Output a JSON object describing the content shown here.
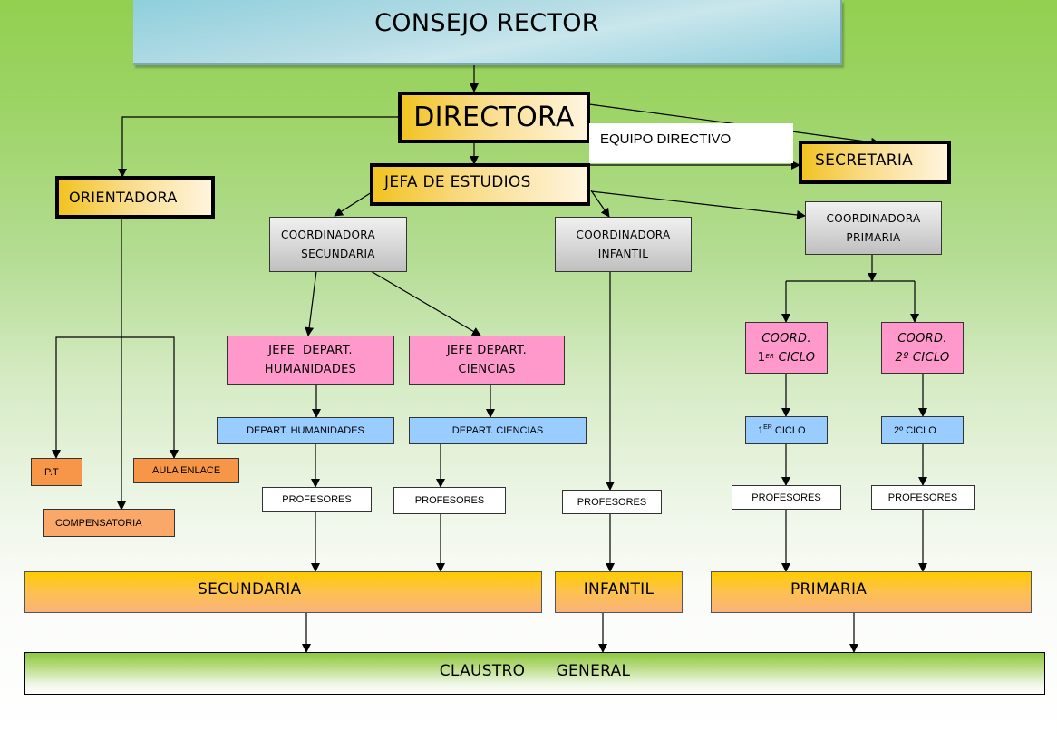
{
  "chart_title": "CONSEJO RECTOR",
  "nodes": {
    "consejo_rector": "CONSEJO RECTOR",
    "directora": "DIRECTORA",
    "equipo_directivo": "EQUIPO DIRECTIVO",
    "secretaria": "SECRETARIA",
    "jefa_estudios": "JEFA DE ESTUDIOS",
    "orientadora": "ORIENTADORA",
    "coord_secundaria": {
      "line1": "COORDINADORA",
      "line2": "SECUNDARIA"
    },
    "coord_infantil": {
      "line1": "COORDINADORA",
      "line2": "INFANTIL"
    },
    "coord_primaria": {
      "line1": "COORDINADORA",
      "line2": "PRIMARIA"
    },
    "jefe_humanidades": {
      "line1": "JEFE  DEPART.",
      "line2": "HUMANIDADES"
    },
    "jefe_ciencias": {
      "line1": "JEFE DEPART.",
      "line2": "CIENCIAS"
    },
    "coord_1er_ciclo": {
      "line1": "COORD.",
      "line2_num": "1",
      "line2_sup": "ER",
      "line2_rest": " CICLO"
    },
    "coord_2o_ciclo": {
      "line1": "COORD.",
      "line2": "2º CICLO"
    },
    "depart_humanidades": "DEPART. HUMANIDADES",
    "depart_ciencias": "DEPART. CIENCIAS",
    "ciclo_1": {
      "num": "1",
      "sup": "ER",
      "rest": " CICLO"
    },
    "ciclo_2": "2º CICLO",
    "profesores": "PROFESORES",
    "pt": "P.T",
    "aula_enlace": "AULA ENLACE",
    "compensatoria": "COMPENSATORIA",
    "secundaria": "SECUNDARIA",
    "infantil": "INFANTIL",
    "primaria": "PRIMARIA",
    "claustro_general": "CLAUSTRO      GENERAL"
  }
}
